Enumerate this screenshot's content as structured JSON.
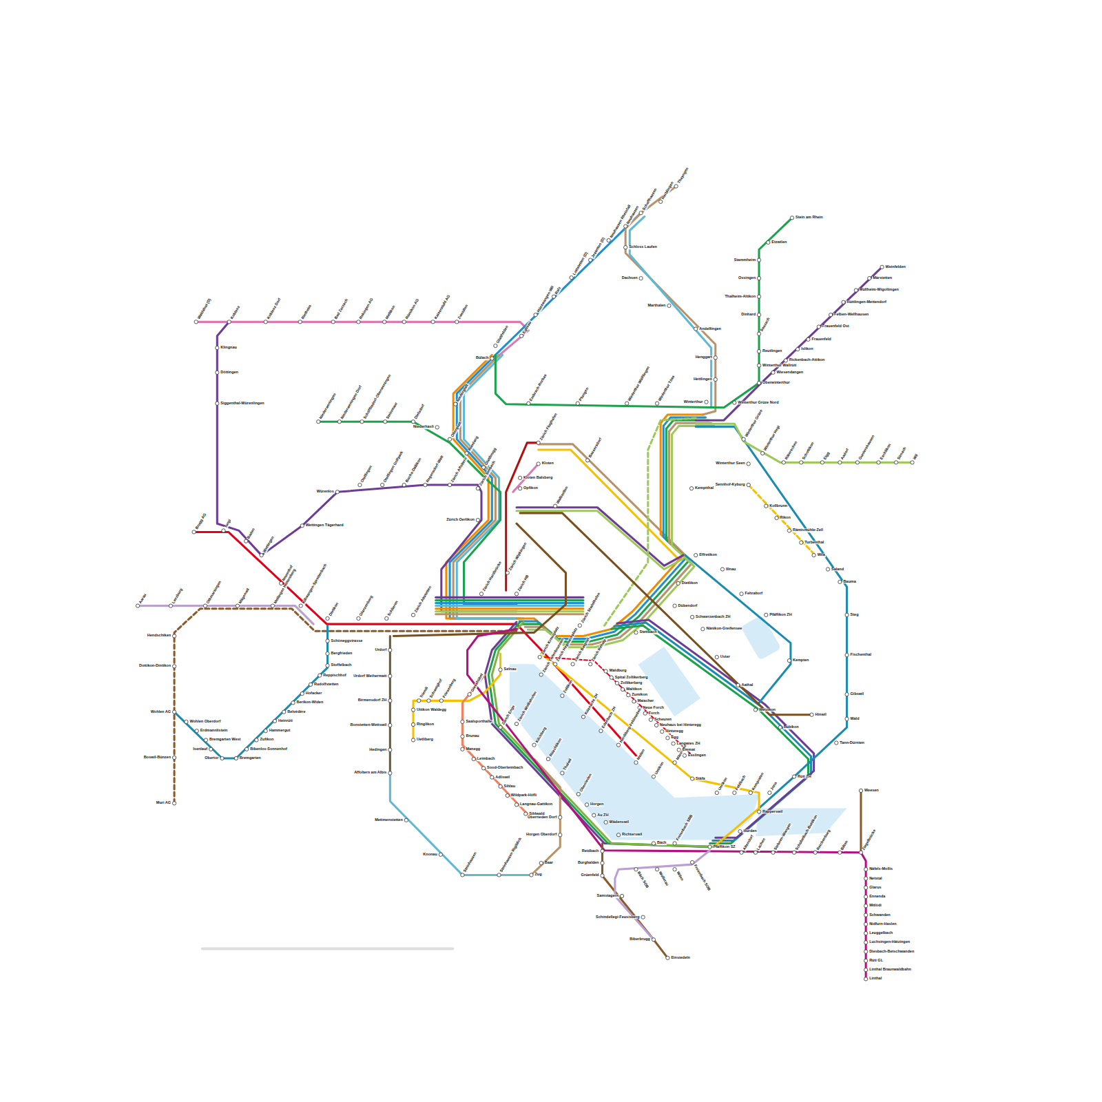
{
  "diagram": {
    "labels": [
      "Waldshut (D)",
      "Koblenz",
      "Koblenz Dorf",
      "Rietheim",
      "Bad Zurzach",
      "Rekingen AG",
      "Mellikon",
      "Rümikon AG",
      "Kaiserstuhl AG",
      "Zweidlen",
      "Glattfelden",
      "Eglisau",
      "Bülach",
      "Hüntwangen-Wil",
      "Rafz",
      "Lottstetten (D)",
      "Jestetten (D)",
      "Neuhausen Rheinfall",
      "Neuhausen",
      "Schaffhausen",
      "Herblingen",
      "Thayngen",
      "Schloss Laufen",
      "Dachsen",
      "Marthalen",
      "Andelfingen",
      "Henggart",
      "Hettlingen",
      "Winterthur",
      "Klingnau",
      "Döttingen",
      "Siggenthal-Würenlingen",
      "Brugg AG",
      "Turgi",
      "Baden",
      "Wettingen",
      "Wettingen Tägerhard",
      "Neuenhof",
      "Killwangen-Spreitenbach",
      "Würenlos",
      "Otelfingen",
      "Otelfingen Golfpark",
      "Buchs-Dällikon",
      "Regensdorf-Watt",
      "Zürich Affoltern",
      "Zürich Seebach",
      "Niederweningen",
      "Niederweningen Dorf",
      "Schöfflisdorf-Oberweningen",
      "Steinmaur",
      "Dielsdorf",
      "Niederhasli",
      "Niederglatt",
      "Oberglatt",
      "Rümlang",
      "Glattbrugg",
      "Zürich Flughafen",
      "Bassersdorf",
      "Kloten",
      "Kloten Balsberg",
      "Opfikon",
      "Wallisellen",
      "Zürich Oerlikon",
      "Zürich Wipkingen",
      "Zürich Hardbrücke",
      "Zürich HB",
      "Zürich Altstetten",
      "Schlieren",
      "Glanzenberg",
      "Dietikon",
      "Zürich Stadelhofen",
      "Embrach-Rorbas",
      "Pfungen",
      "Winterthur Wülflingen",
      "Winterthur Töss",
      "Aarau",
      "Lenzburg",
      "Othmarsingen",
      "Mägenwil",
      "Mellingen Heitersberg",
      "Hendschiken",
      "Dottikon-Dintikon",
      "Wohlen AG",
      "Boswil-Bünzen",
      "Muri AG",
      "Wohlen Oberdorf",
      "Erdmannlistein",
      "Bremgarten West",
      "Isenlauf",
      "Obertor",
      "Bremgarten",
      "Bibenlos-Sonnenhof",
      "Zufikon",
      "Hammergut",
      "Heinrüti",
      "Belvédère",
      "Berikon-Widen",
      "Hofacker",
      "Rudolfstetten",
      "Reppischhof",
      "Stoffelbach",
      "Bergfrieden",
      "Schöneggstrasse",
      "Urdorf",
      "Urdorf Weihermatt",
      "Birmensdorf ZH",
      "Bonstetten-Wettswil",
      "Hedingen",
      "Affoltern am Albis",
      "Mettmenstetten",
      "Knonau",
      "Steinhausen",
      "Steinhausen Rigiblick",
      "Zug",
      "Baar",
      "Horgen Oberdorf",
      "Oberrieden Dorf",
      "Selnau",
      "Giesshübel",
      "Friesenberg",
      "Schweighof",
      "Triemli",
      "Uitikon Waldegg",
      "Ringlikon",
      "Uetliberg",
      "Saalsporthalle",
      "Brunau",
      "Manegg",
      "Leimbach",
      "Sood-Oberleimbach",
      "Adliswil",
      "Sihlau",
      "Wildpark-Höfli",
      "Langnau-Gattikon",
      "Sihlwald",
      "Zürich Enge",
      "Zürich Wollishofen",
      "Kilchberg",
      "Rüschlikon",
      "Thalwil",
      "Oberrieden",
      "Horgen",
      "Au ZH",
      "Wädenswil",
      "Richterswil",
      "Bäch",
      "Freienbach SBB",
      "Pfäffikon SZ",
      "Zürich Tiefenbrunnen",
      "Zollikon",
      "Küsnacht ZH",
      "Erlenbach ZH",
      "Herrliberg-Feldmeilen",
      "Meilen",
      "Uetikon",
      "Männedorf",
      "Stäfa",
      "Uerikon",
      "Feldbach",
      "Kempraten",
      "Jona",
      "Rapperswil",
      "Hurden",
      "Zürich Kreuzplatz",
      "Zürich Hegibachplatz",
      "Zürich Balgrist",
      "Zürich Rehalp",
      "Waldburg",
      "Spital Zollikerberg",
      "Zollikerberg",
      "Waltikon",
      "Zumikon",
      "Maiacher",
      "Neue Forch",
      "Forch",
      "Scheuren",
      "Neuhaus bei Hinteregg",
      "Hinteregg",
      "Egg",
      "Langwies ZH",
      "Emmat",
      "Esslingen",
      "Stettbach",
      "Dübendorf",
      "Schwerzenbach ZH",
      "Nänikon-Greifensee",
      "Uster",
      "Aathal",
      "Wetzikon",
      "Bubikon",
      "Rüti ZH",
      "Hinwil",
      "Kempten",
      "Pfäffikon ZH",
      "Fehraltorf",
      "Illnau",
      "Effretikon",
      "Dietlikon",
      "Kemptthal",
      "Winterthur Grüze",
      "Winterthur Seen",
      "Sennhof-Kyburg",
      "Kollbrunn",
      "Rikon",
      "Rämismühle-Zell",
      "Turbenthal",
      "Wila",
      "Saland",
      "Bauma",
      "Steg",
      "Fischenthal",
      "Gibswil",
      "Wald",
      "Tann-Dürnten",
      "Winterthur Hegi",
      "Räterschen",
      "Schottikon",
      "Elgg",
      "Aadorf",
      "Guntershausen",
      "Eschlikon",
      "Sirnach",
      "Wil",
      "Stein am Rhein",
      "Etzwilen",
      "Stammheim",
      "Ossingen",
      "Thalheim-Altikon",
      "Dinhard",
      "Seuzach",
      "Reutlingen",
      "Winterthur Wallrüti",
      "Oberwinterthur",
      "Winterthur Grüze Nord",
      "Weinfelden",
      "Märstetten",
      "Müllheim-Wigoltingen",
      "Hüttlingen-Mettendorf",
      "Felben-Wellhausen",
      "Frauenfeld Ost",
      "Frauenfeld",
      "Islikon",
      "Rickenbach-Attikon",
      "Wiesendangen",
      "Altendorf",
      "Lachen",
      "Siebnen-Wangen",
      "Schübelbach-Buttikon",
      "Reichenburg",
      "Bilten",
      "Ziegelbrücke",
      "Weesen",
      "Näfels-Mollis",
      "Netstal",
      "Glarus",
      "Ennenda",
      "Mitlödi",
      "Schwanden",
      "Nidfurn-Haslen",
      "Leuggelbach",
      "Luchsingen-Hätzingen",
      "Diesbach-Betschwanden",
      "Rüti GL",
      "Linthal Braunwaldbahn",
      "Linthal",
      "Reidbach",
      "Burghalden",
      "Grüenfeld",
      "Samstagern",
      "Schindellegi-Feusisberg",
      "Biberbrugg",
      "Einsiedeln",
      "Bäch SOB",
      "Wollerau",
      "Wilen",
      "Freienbach SOB"
    ]
  }
}
